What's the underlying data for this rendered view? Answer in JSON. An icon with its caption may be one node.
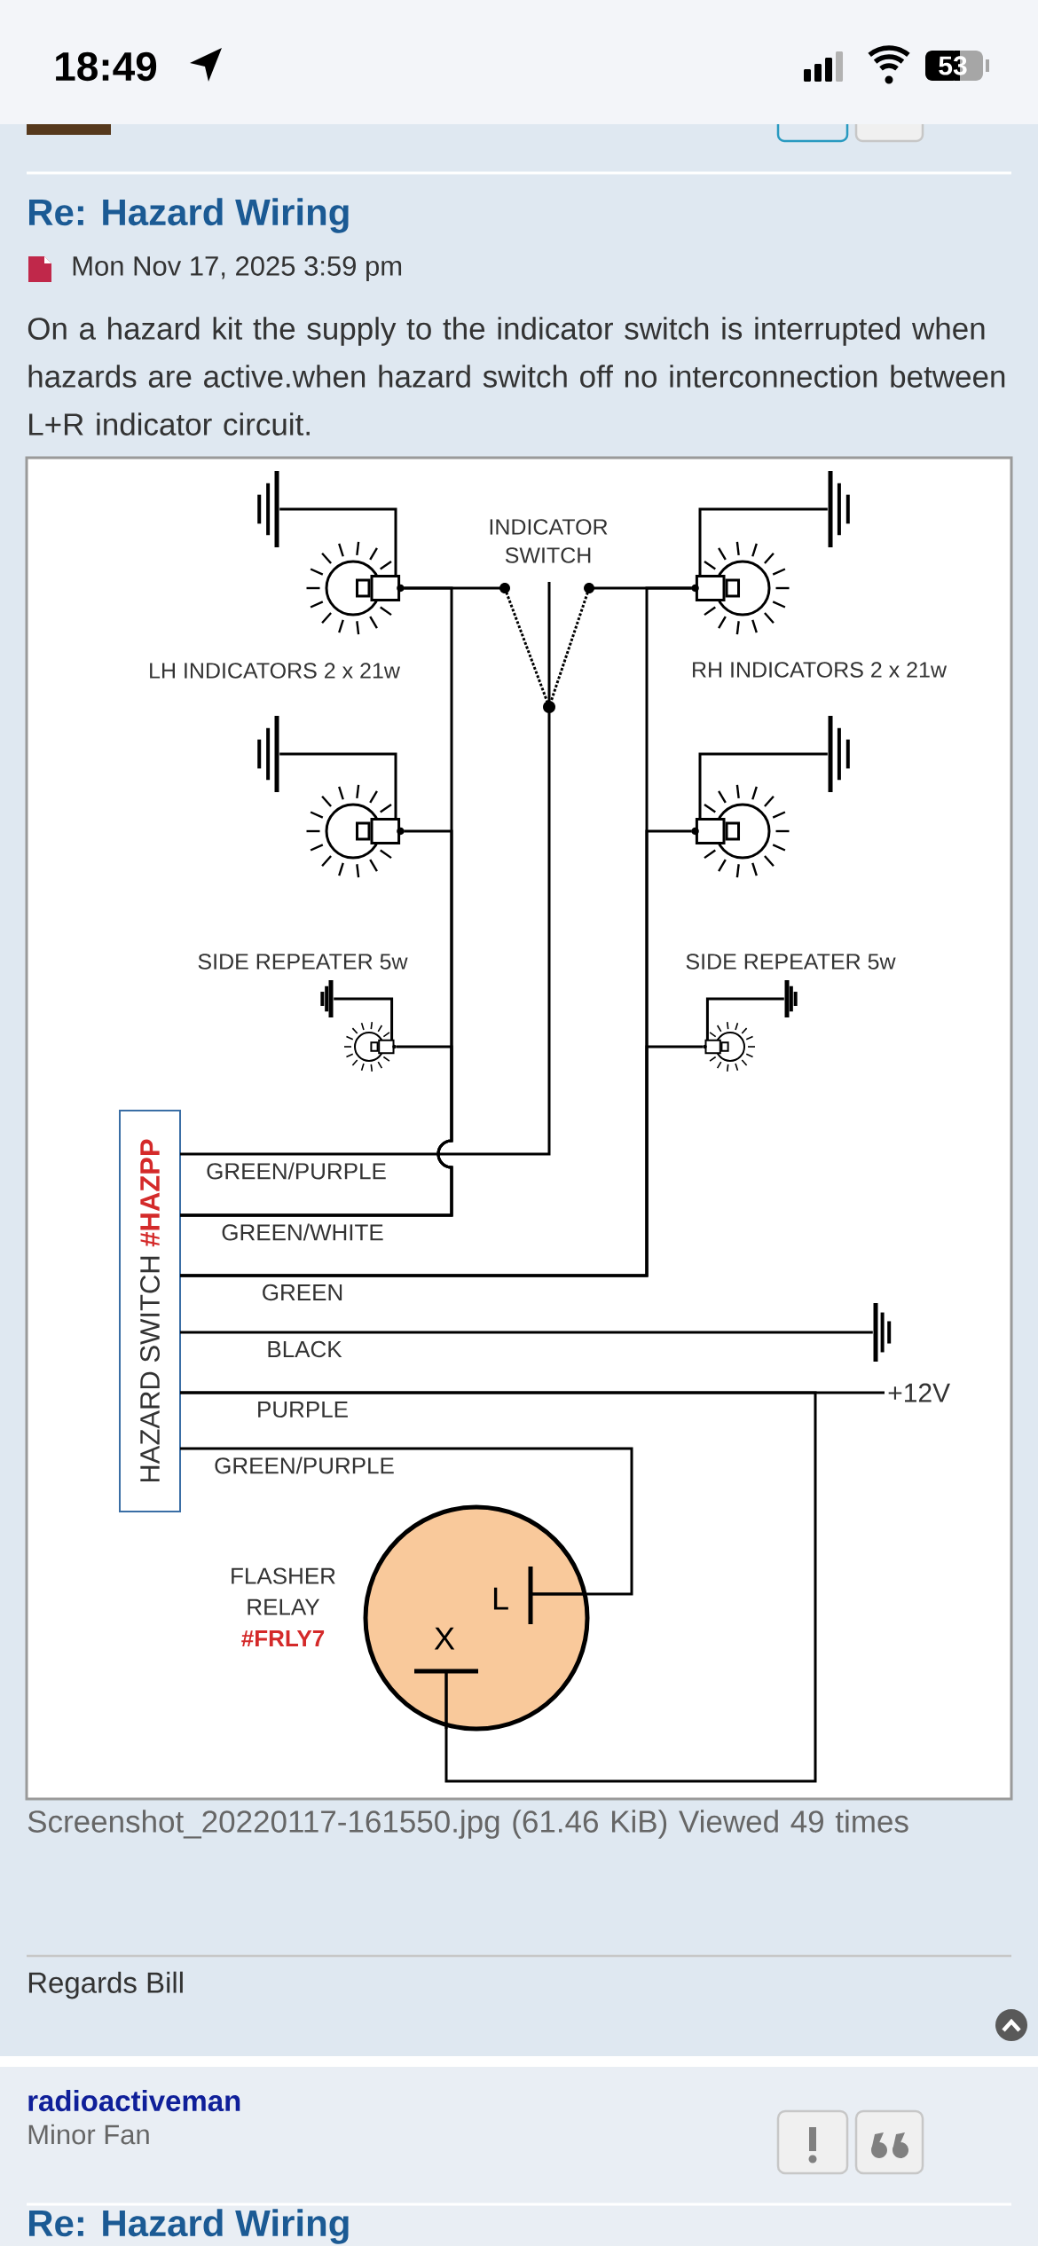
{
  "diagram": {
    "title": "Re: Hazard Wiring",
    "caption": "Screenshot_20220117-161550.jpg (61.46 KiB) Viewed 49 times",
    "nodes": [
      {
        "text": [],
        "shape": "ground"
      },
      {
        "text": [
          "INDICATOR SWITCH"
        ]
      },
      {
        "text": [],
        "shape": "ground"
      },
      {
        "text": [],
        "shape": "lamp"
      },
      {
        "text": [],
        "shape": "lamp"
      },
      {
        "text": [],
        "shape": "ground"
      },
      {
        "text": [],
        "shape": "ground"
      },
      {
        "text": [],
        "shape": "lamp"
      },
      {
        "text": [],
        "shape": "lamp"
      },
      {
        "text": [],
        "shape": "ground"
      },
      {
        "text": [],
        "shape": "ground"
      },
      {
        "text": [],
        "shape": "lamp"
      },
      {
        "text": [],
        "shape": "lamp"
      },
      {
        "text": [
          "HAZARD SWITCH",
          "#HAZPP"
        ]
      },
      {
        "text": [],
        "shape": "ground"
      },
      {
        "text": [
          "+12V"
        ]
      },
      {
        "text": [
          "L",
          "X"
        ],
        "beside": [
          "FLASHER RELAY",
          "#FRLY7"
        ]
      }
    ],
    "edges": [
      {
        "from": 0,
        "to": 3,
        "arrow": "none"
      },
      {
        "from": 2,
        "to": 4,
        "arrow": "none"
      },
      {
        "from": 3,
        "to": 1,
        "arrow": "none"
      },
      {
        "from": 1,
        "to": 4,
        "arrow": "none"
      },
      {
        "from": 5,
        "to": 7,
        "arrow": "none"
      },
      {
        "from": 6,
        "to": 8,
        "arrow": "none"
      },
      {
        "from": 9,
        "to": 11,
        "arrow": "none"
      },
      {
        "from": 10,
        "to": 12,
        "arrow": "none"
      },
      {
        "from": 13,
        "to": 1,
        "arrow": "none",
        "label": "GREEN/PURPLE"
      },
      {
        "from": 13,
        "to": 3,
        "arrow": "none",
        "label": "GREEN/WHITE"
      },
      {
        "from": 13,
        "to": 7,
        "arrow": "none"
      },
      {
        "from": 13,
        "to": 11,
        "arrow": "none"
      },
      {
        "from": 13,
        "to": 4,
        "arrow": "none",
        "label": "GREEN"
      },
      {
        "from": 13,
        "to": 8,
        "arrow": "none"
      },
      {
        "from": 13,
        "to": 12,
        "arrow": "none"
      },
      {
        "from": 13,
        "to": 14,
        "arrow": "none",
        "label": "BLACK"
      },
      {
        "from": 13,
        "to": 15,
        "arrow": "none",
        "label": "PURPLE"
      },
      {
        "from": 13,
        "to": 16,
        "arrow": "none"
      },
      {
        "from": 13,
        "to": 16,
        "arrow": "none",
        "label": "GREEN/PURPLE"
      }
    ],
    "labels": [
      "18:49",
      "53",
      "Mon Nov 17, 2025 3:59 pm",
      "On a hazard kit the supply to the indicator switch is interrupted when hazards are active.when hazard switch off no interconnection between L+R indicator circuit.",
      "LH INDICATORS 2 x 21w",
      "RH INDICATORS 2 x 21w",
      "SIDE REPEATER 5w",
      "SIDE REPEATER 5w",
      "Regards Bill",
      "radioactiveman",
      "Minor Fan",
      "Re: Hazard Wiring"
    ]
  }
}
